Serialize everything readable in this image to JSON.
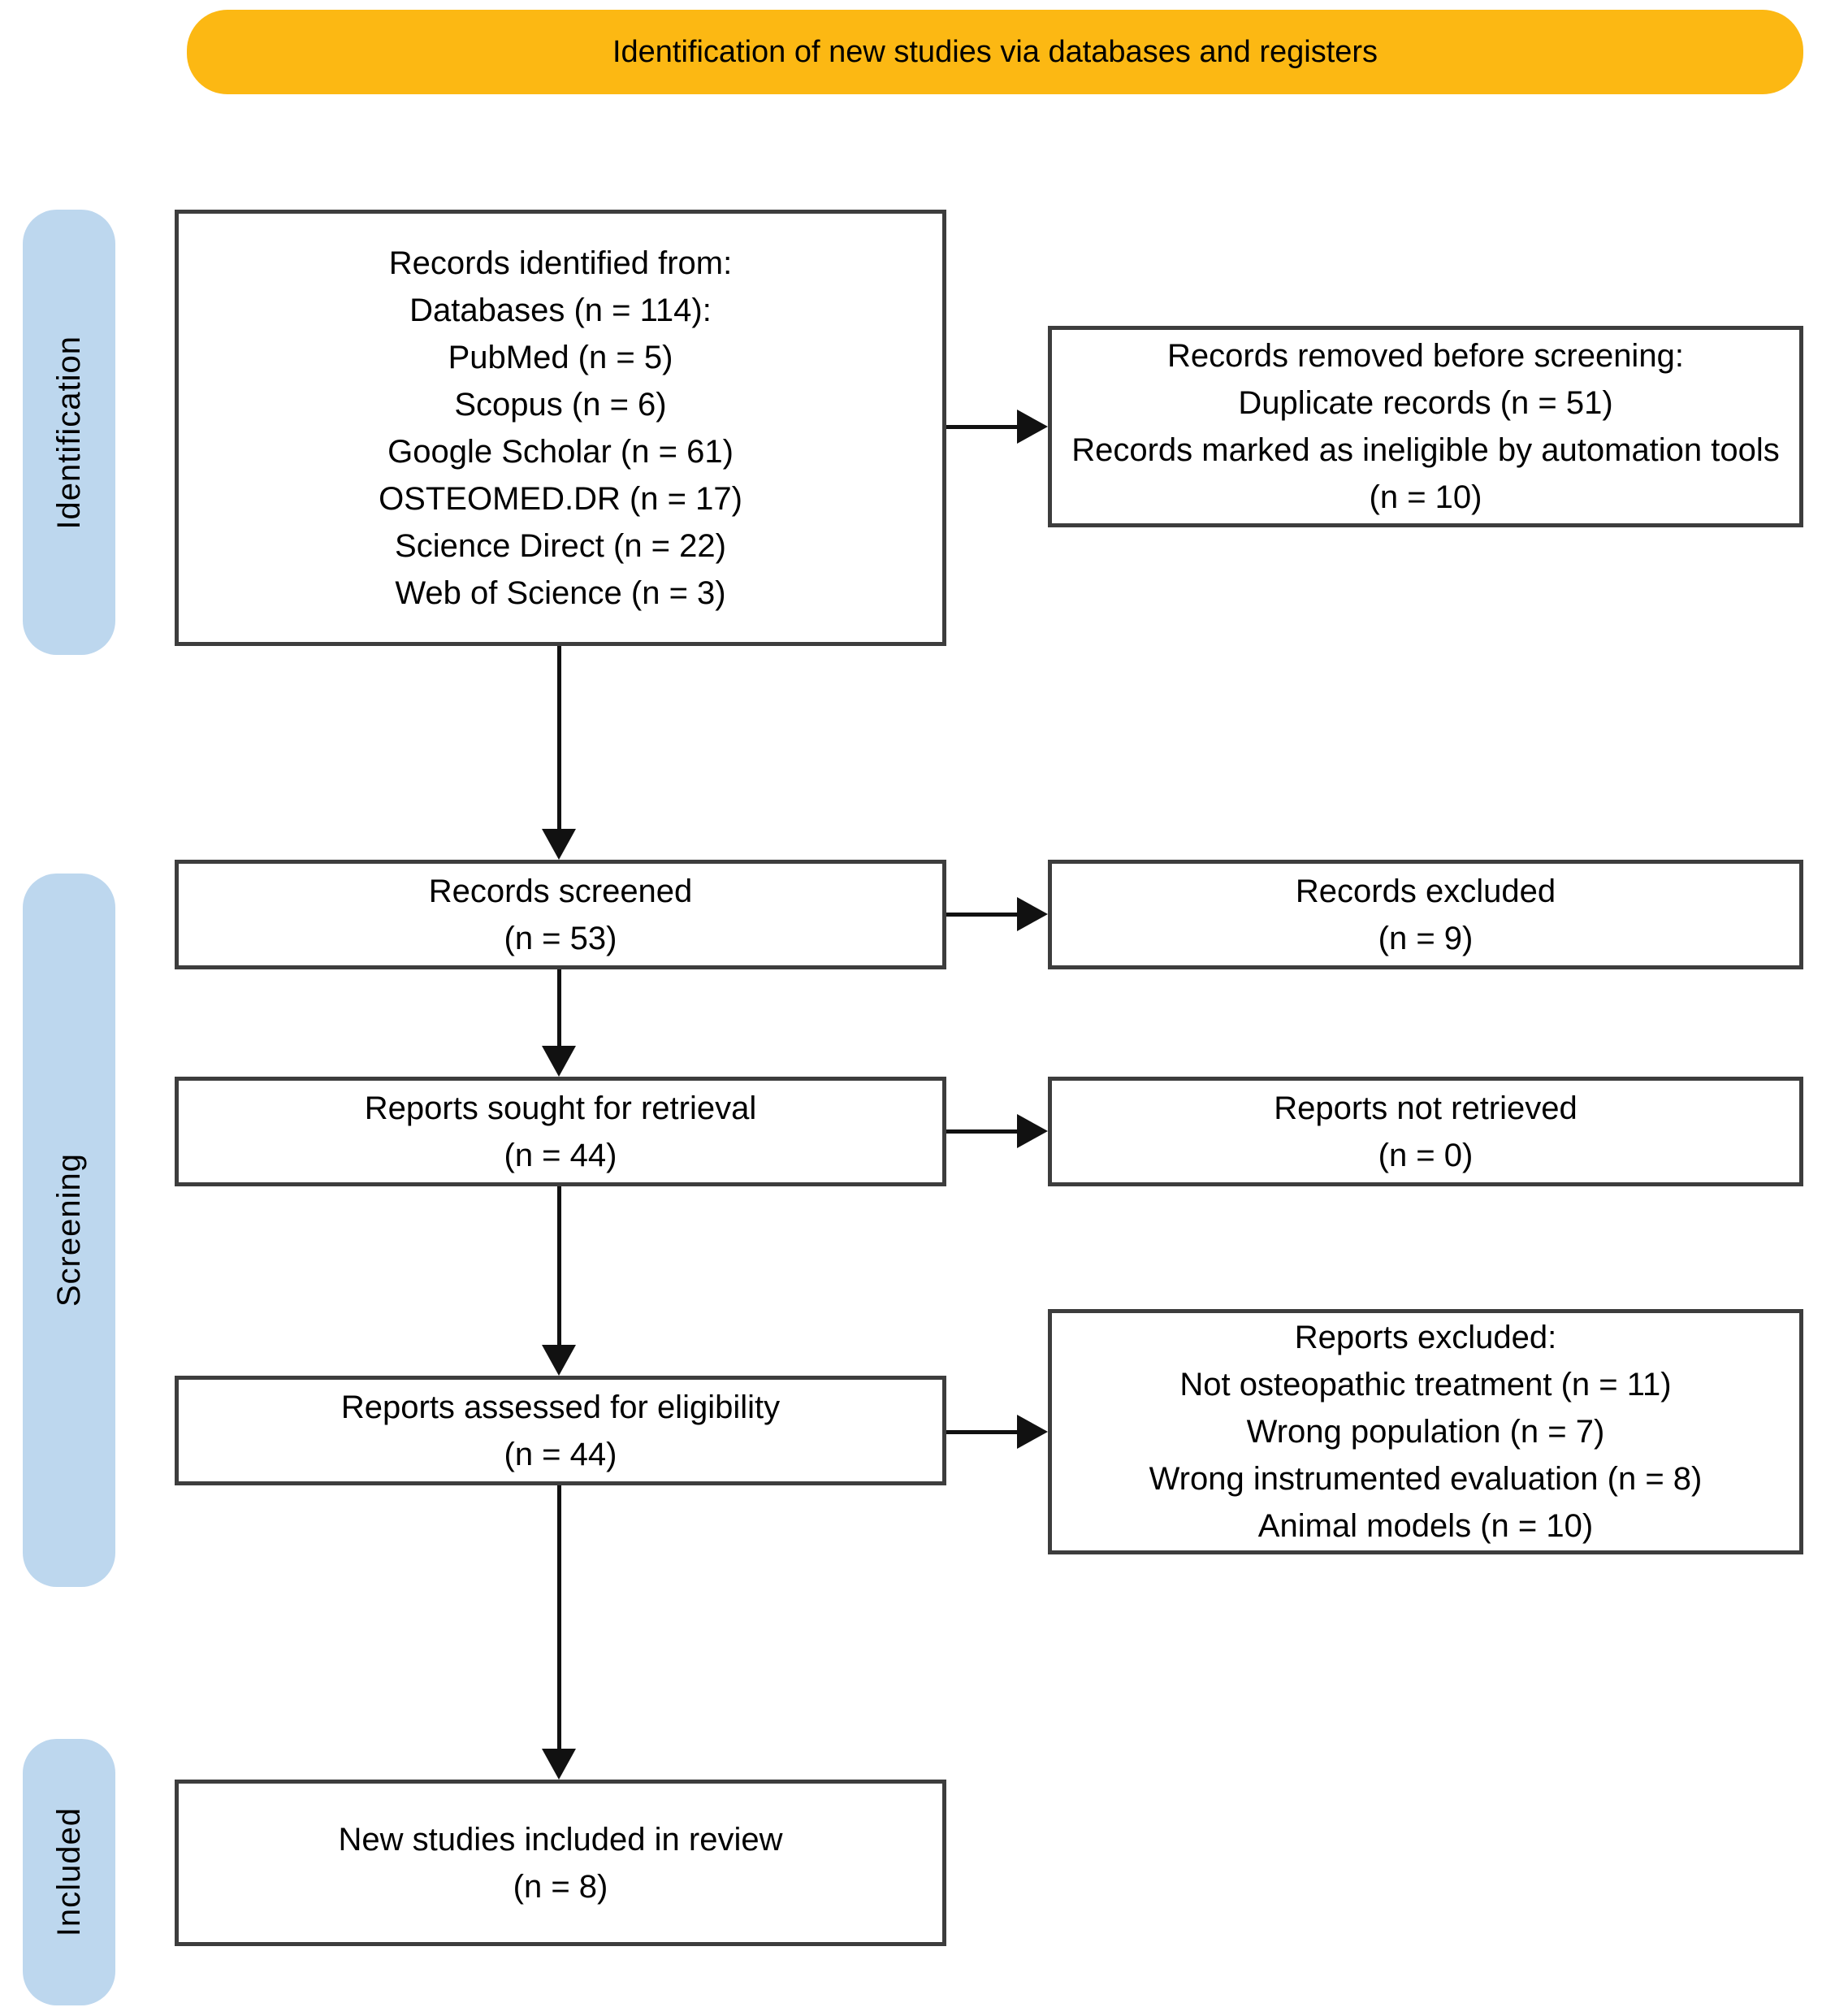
{
  "banner": {
    "label": "Identification of new studies via databases and registers"
  },
  "stages": [
    {
      "label": "Identification"
    },
    {
      "label": "Screening"
    },
    {
      "label": "Included"
    }
  ],
  "boxes": {
    "records_identified": {
      "lines": [
        "Records identified from:",
        "Databases (n = 114):",
        "PubMed (n = 5)",
        "Scopus (n = 6)",
        "Google Scholar (n = 61)",
        "OSTEOMED.DR (n = 17)",
        "Science Direct (n = 22)",
        "Web of Science (n = 3)"
      ]
    },
    "records_removed": {
      "lines": [
        "Records removed before screening:",
        "Duplicate records (n = 51)",
        "Records marked as ineligible by automation tools (n = 10)"
      ]
    },
    "records_screened": {
      "lines": [
        "Records screened",
        "(n = 53)"
      ]
    },
    "records_excluded": {
      "lines": [
        "Records excluded",
        "(n = 9)"
      ]
    },
    "reports_sought": {
      "lines": [
        "Reports sought for retrieval",
        "(n = 44)"
      ]
    },
    "reports_not_retrieved": {
      "lines": [
        "Reports not retrieved",
        "(n = 0)"
      ]
    },
    "reports_assessed": {
      "lines": [
        "Reports assessed for eligibility",
        "(n = 44)"
      ]
    },
    "reports_excluded": {
      "lines": [
        "Reports excluded:",
        "Not osteopathic treatment (n = 11)",
        "Wrong population (n = 7)",
        "Wrong instrumented evaluation (n = 8)",
        "Animal models (n = 10)"
      ]
    },
    "new_studies_included": {
      "lines": [
        "New studies included in review",
        "(n = 8)"
      ]
    }
  },
  "colors": {
    "banner_bg": "#FCB813",
    "stage_bg": "#BDD7EE",
    "box_border": "#3D3D3D",
    "arrow": "#111111",
    "text": "#000000"
  }
}
